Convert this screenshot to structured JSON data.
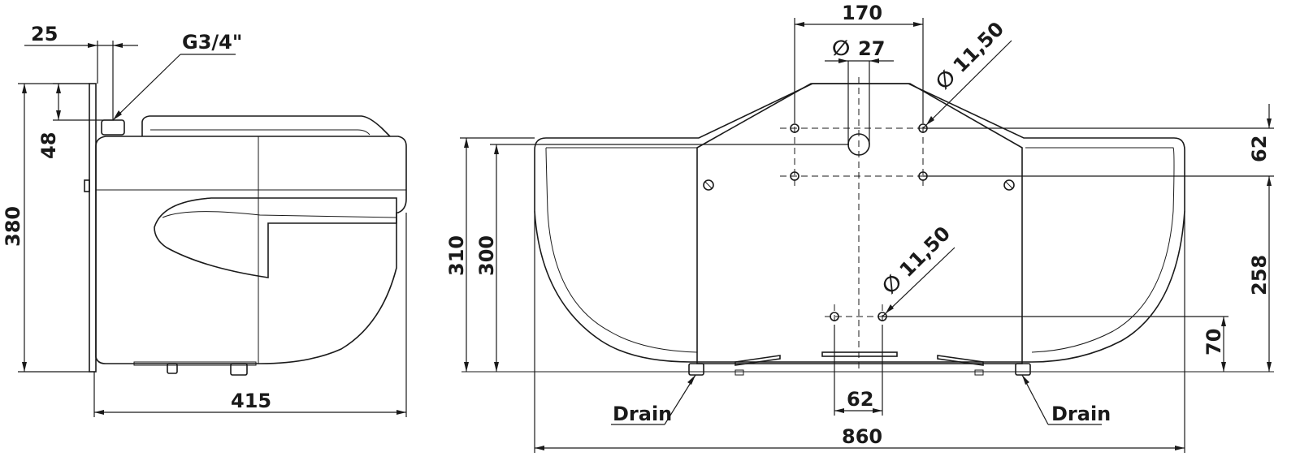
{
  "side_view": {
    "dim_top_width": "25",
    "dim_inlet_height": "48",
    "dim_total_height": "380",
    "dim_depth": "415",
    "inlet_thread": "G3/4\""
  },
  "front_view": {
    "dim_hole_spacing": "170",
    "dim_slot_diameter": "27",
    "dim_upper_hole_diameter": "11,50",
    "dim_lower_hole_diameter": "11,50",
    "dim_upper_hole_pitch": "62",
    "dim_upper_to_lower": "258",
    "dim_lower_hole_height": "70",
    "dim_height_310": "310",
    "dim_height_300": "300",
    "dim_lower_hole_spacing": "62",
    "dim_total_width": "860",
    "drain_left": "Drain",
    "drain_right": "Drain",
    "diameter_symbol": "∅"
  }
}
